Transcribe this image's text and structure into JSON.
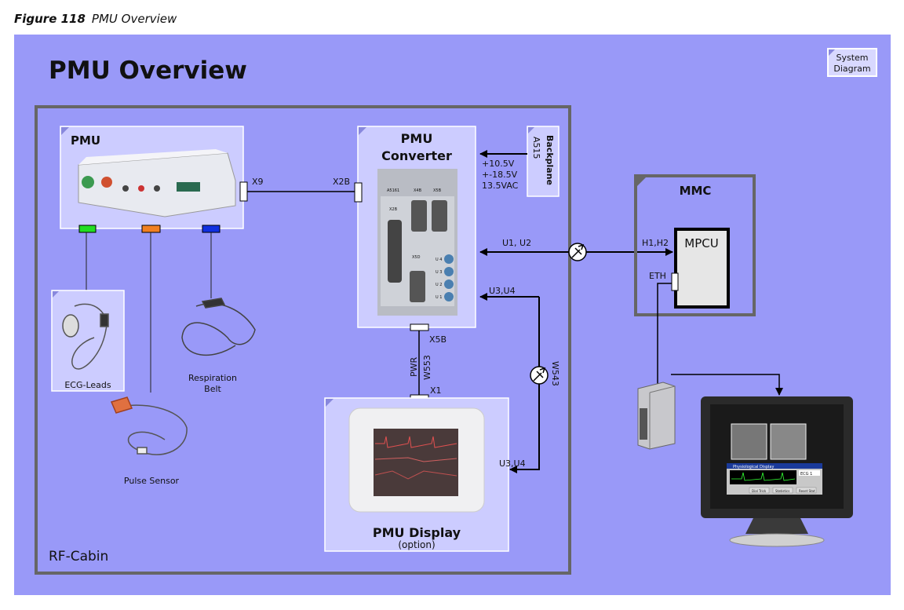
{
  "caption": {
    "number": "Figure 118",
    "title": "PMU Overview"
  },
  "title": "PMU Overview",
  "system_diagram_button": {
    "line1": "System",
    "line2": "Diagram"
  },
  "rf_cabin": {
    "label": "RF-Cabin"
  },
  "pmu": {
    "title": "PMU",
    "connector": "X9"
  },
  "accessories": {
    "ecg": "ECG-Leads",
    "respiration_line1": "Respiration",
    "respiration_line2": "Belt",
    "pulse": "Pulse Sensor",
    "connector_colors": [
      "#22dd22",
      "#f08020",
      "#1030e0"
    ]
  },
  "converter": {
    "title_line1": "PMU",
    "title_line2": "Converter",
    "connector_x2b": "X2B",
    "connector_x5b": "X5B",
    "photo_labels": {
      "a": "A5161",
      "x4b": "X4B",
      "x5b": "X5B",
      "x2b": "X2B",
      "x5d": "X5D",
      "u4": "U 4",
      "u3": "U 3",
      "u2": "U 2",
      "u1": "U 1"
    }
  },
  "backplane": {
    "title": "Backplane",
    "id": "A515",
    "voltages": [
      "+10.5V",
      "+-18.5V",
      "13.5VAC"
    ]
  },
  "cables": {
    "u1u2": "U1, U2",
    "h1h2": "H1,H2",
    "u3u4_top": "U3,U4",
    "u3u4_bottom": "U3,U4",
    "w543": "W543",
    "pwr": "PWR",
    "w553": "W553",
    "x1": "X1",
    "eth": "ETH"
  },
  "display": {
    "title": "PMU Display",
    "subtitle": "(option)"
  },
  "mmc": {
    "title": "MMC",
    "mpcu": "MPCU"
  },
  "monitor": {
    "window_title": "Physiological Display",
    "buttons": [
      "Dial Trick",
      "Statistics",
      "Reset Stat"
    ],
    "dropdown": "ECG 1"
  },
  "colors": {
    "background": "#9999f8",
    "box_fill": "#ccccff",
    "frame": "#666666"
  }
}
